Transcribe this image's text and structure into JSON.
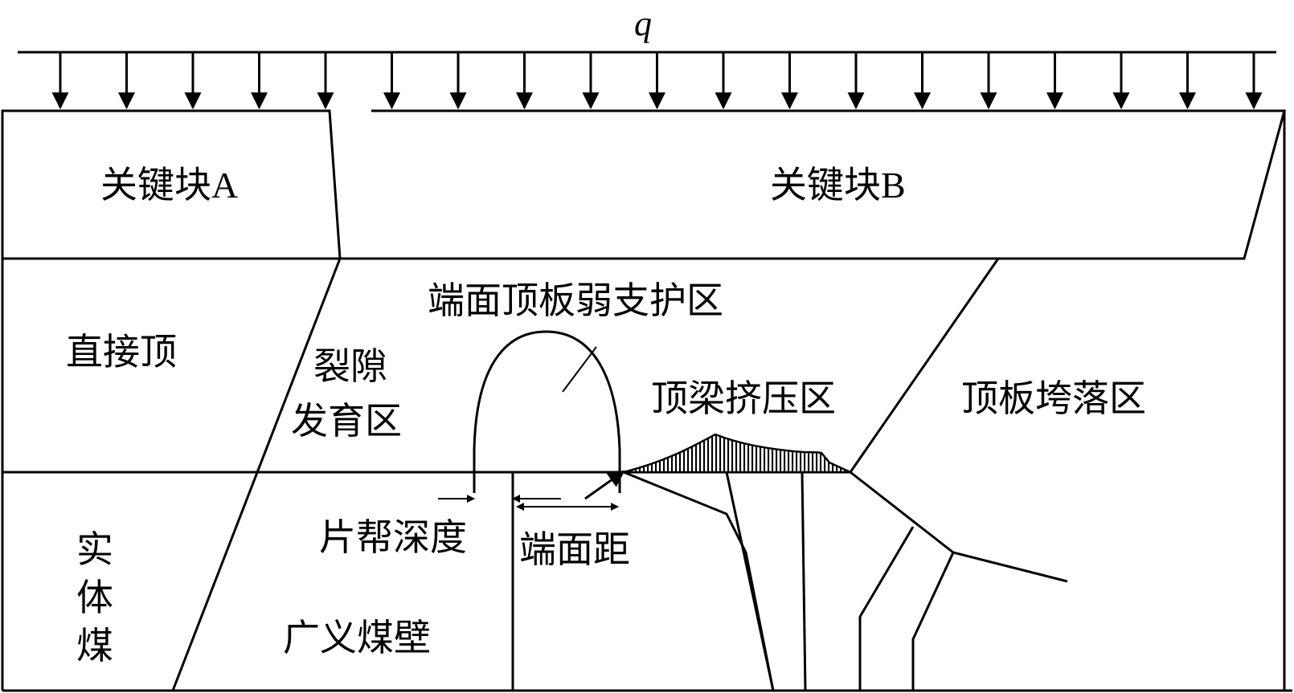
{
  "load": {
    "symbol": "q",
    "arrow_count": 19
  },
  "labels": {
    "key_block_a_text": "关键块",
    "key_block_a_letter": "A",
    "key_block_b_text": "关键块",
    "key_block_b_letter": "B",
    "immediate_roof": "直接顶",
    "fracture_zone_line1": "裂隙",
    "fracture_zone_line2": "发育区",
    "weak_support_zone": "端面顶板弱支护区",
    "beam_squeeze_zone": "顶梁挤压区",
    "roof_collapse_zone": "顶板垮落区",
    "solid_coal_1": "实",
    "solid_coal_2": "体",
    "solid_coal_3": "煤",
    "spall_depth": "片帮深度",
    "face_distance": "端面距",
    "broad_coal_wall": "广义煤壁"
  },
  "colors": {
    "stroke": "#000000",
    "background": "#ffffff"
  }
}
